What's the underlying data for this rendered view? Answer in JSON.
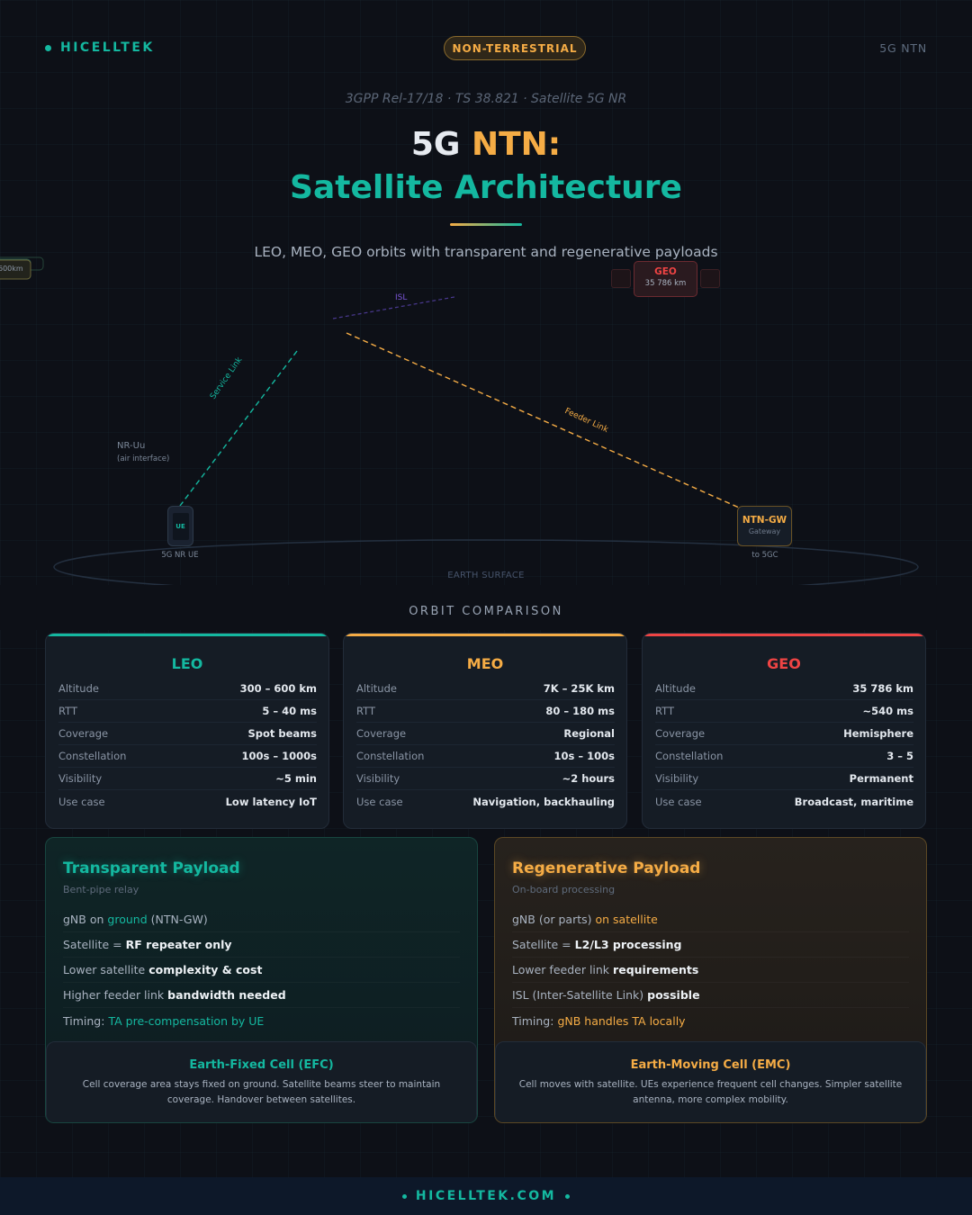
{
  "header": {
    "brand": "HICELLTEK",
    "badge": "NON-TERRESTRIAL",
    "top_right": "5G NTN"
  },
  "hero": {
    "spec_line": "3GPP Rel-17/18 · TS 38.821 · Satellite 5G NR",
    "title_part1": "5G",
    "title_part2": "NTN:",
    "title_line2": "Satellite Architecture",
    "description": "LEO, MEO, GEO orbits with transparent and regenerative payloads"
  },
  "diagram": {
    "geo_node": {
      "title": "GEO",
      "altitude": "35 786 km"
    },
    "links": {
      "isl": "ISL",
      "service": "Service Link",
      "feeder": "Feeder Link"
    },
    "air_interface": {
      "title": "NR-Uu",
      "sub": "(air interface)"
    },
    "ue": {
      "label": "UE",
      "caption": "5G NR UE"
    },
    "gateway": {
      "title": "NTN-GW",
      "sub": "Gateway",
      "caption": "to 5GC"
    },
    "earth_label": "EARTH SURFACE"
  },
  "orbit_section": {
    "label": "ORBIT COMPARISON",
    "cards": [
      {
        "name": "LEO",
        "color": "#14b8a0",
        "rows": [
          {
            "k": "Altitude",
            "v": "300 – 600 km"
          },
          {
            "k": "RTT",
            "v": "5 – 40 ms"
          },
          {
            "k": "Coverage",
            "v": "Spot beams"
          },
          {
            "k": "Constellation",
            "v": "100s – 1000s"
          },
          {
            "k": "Visibility",
            "v": "~5 min"
          },
          {
            "k": "Use case",
            "v": "Low latency IoT"
          }
        ]
      },
      {
        "name": "MEO",
        "color": "#f5ac45",
        "rows": [
          {
            "k": "Altitude",
            "v": "7K – 25K km"
          },
          {
            "k": "RTT",
            "v": "80 – 180 ms"
          },
          {
            "k": "Coverage",
            "v": "Regional"
          },
          {
            "k": "Constellation",
            "v": "10s – 100s"
          },
          {
            "k": "Visibility",
            "v": "~2 hours"
          },
          {
            "k": "Use case",
            "v": "Navigation, backhauling"
          }
        ]
      },
      {
        "name": "GEO",
        "color": "#ef4444",
        "rows": [
          {
            "k": "Altitude",
            "v": "35 786 km"
          },
          {
            "k": "RTT",
            "v": "~540 ms"
          },
          {
            "k": "Coverage",
            "v": "Hemisphere"
          },
          {
            "k": "Constellation",
            "v": "3 – 5"
          },
          {
            "k": "Visibility",
            "v": "Permanent"
          },
          {
            "k": "Use case",
            "v": "Broadcast, maritime"
          }
        ]
      }
    ]
  },
  "payloads": {
    "transparent": {
      "title": "Transparent Payload",
      "subtitle": "Bent-pipe relay",
      "items": [
        {
          "pre": "gNB on",
          "hl": "ground",
          "post": "(NTN-GW)"
        },
        {
          "pre": "Satellite =",
          "hl": "RF repeater only",
          "post": ""
        },
        {
          "pre": "Lower satellite",
          "hl": "complexity & cost",
          "post": ""
        },
        {
          "pre": "Higher feeder link",
          "hl": "bandwidth needed",
          "post": ""
        },
        {
          "pre": "Timing:",
          "hl": "TA pre-compensation by UE",
          "post": ""
        }
      ],
      "cell": {
        "title": "Earth-Fixed Cell (EFC)",
        "description": "Cell coverage area stays fixed on ground. Satellite beams steer to maintain coverage. Handover between satellites."
      }
    },
    "regenerative": {
      "title": "Regenerative Payload",
      "subtitle": "On-board processing",
      "items": [
        {
          "pre": "gNB (or parts)",
          "hl": "on satellite",
          "post": ""
        },
        {
          "pre": "Satellite =",
          "hl": "L2/L3 processing",
          "post": ""
        },
        {
          "pre": "Lower feeder link",
          "hl": "requirements",
          "post": ""
        },
        {
          "pre": "ISL (Inter-Satellite Link)",
          "hl": "possible",
          "post": ""
        },
        {
          "pre": "Timing:",
          "hl": "gNB handles TA locally",
          "post": ""
        }
      ],
      "cell": {
        "title": "Earth-Moving Cell (EMC)",
        "description": "Cell moves with satellite. UEs experience frequent cell changes. Simpler satellite antenna, more complex mobility."
      }
    }
  },
  "footer": {
    "text": "HICELLTEK.COM"
  },
  "colors": {
    "background": "#0d1017",
    "teal": "#14b8a0",
    "orange": "#f5ac45",
    "red": "#ef4444",
    "purple": "#7a55d6"
  }
}
